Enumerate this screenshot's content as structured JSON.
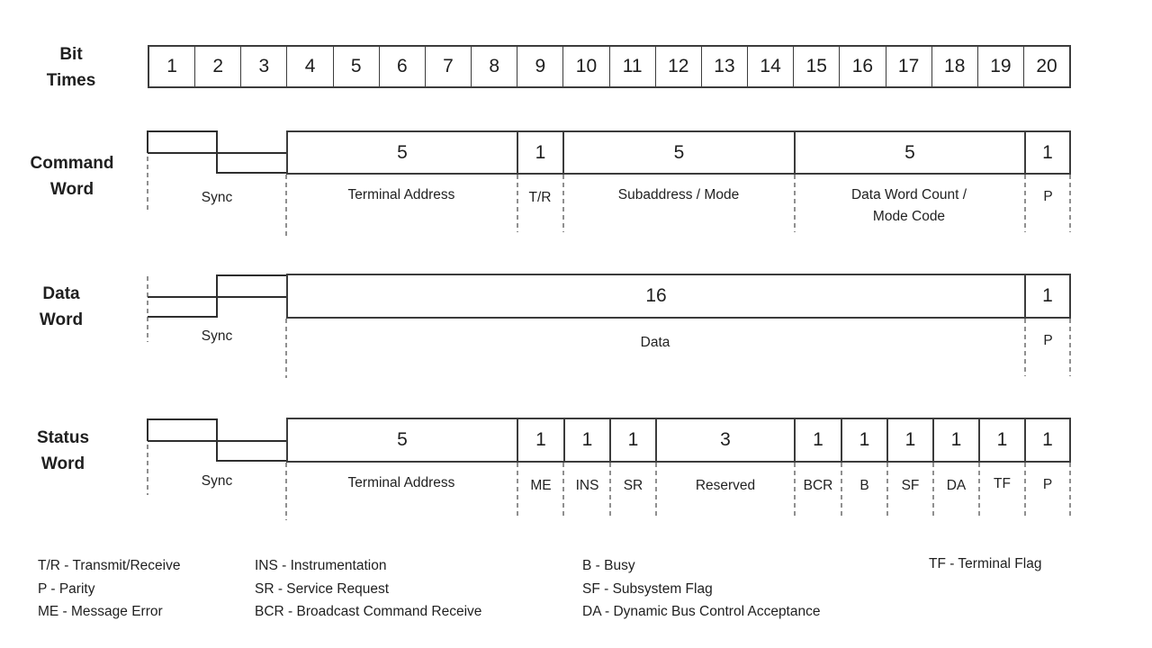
{
  "colors": {
    "background": "#ffffff",
    "line": "#3c3c3c",
    "dash": "#555555",
    "text": "#1f1f1f"
  },
  "bit_times": {
    "label": "Bit\nTimes",
    "cells": [
      "1",
      "2",
      "3",
      "4",
      "5",
      "6",
      "7",
      "8",
      "9",
      "10",
      "11",
      "12",
      "13",
      "14",
      "15",
      "16",
      "17",
      "18",
      "19",
      "20"
    ]
  },
  "command_word": {
    "label": "Command\nWord",
    "sync_label": "Sync",
    "segments": [
      {
        "bits": "5",
        "name": "Terminal Address"
      },
      {
        "bits": "1",
        "name": "T/R"
      },
      {
        "bits": "5",
        "name": "Subaddress / Mode"
      },
      {
        "bits": "5",
        "name": "Data Word Count / Mode Code"
      },
      {
        "bits": "1",
        "name": "P"
      }
    ]
  },
  "data_word": {
    "label": "Data\nWord",
    "sync_label": "Sync",
    "segments": [
      {
        "bits": "16",
        "name": "Data"
      },
      {
        "bits": "1",
        "name": "P"
      }
    ]
  },
  "status_word": {
    "label": "Status\nWord",
    "sync_label": "Sync",
    "segments": [
      {
        "bits": "5",
        "name": "Terminal Address"
      },
      {
        "bits": "1",
        "name": "ME"
      },
      {
        "bits": "1",
        "name": "INS"
      },
      {
        "bits": "1",
        "name": "SR"
      },
      {
        "bits": "3",
        "name": "Reserved"
      },
      {
        "bits": "1",
        "name": "BCR"
      },
      {
        "bits": "1",
        "name": "B"
      },
      {
        "bits": "1",
        "name": "SF"
      },
      {
        "bits": "1",
        "name": "DA"
      },
      {
        "bits": "1",
        "name": "TF"
      },
      {
        "bits": "1",
        "name": "P"
      }
    ]
  },
  "legend": {
    "col1": [
      "T/R - Transmit/Receive",
      "P - Parity",
      "ME - Message Error"
    ],
    "col2": [
      "INS - Instrumentation",
      "SR - Service Request",
      "BCR - Broadcast Command Receive"
    ],
    "col3": [
      "B - Busy",
      "SF - Subsystem Flag",
      "DA - Dynamic Bus Control Acceptance"
    ],
    "col4": [
      "TF - Terminal Flag"
    ]
  }
}
